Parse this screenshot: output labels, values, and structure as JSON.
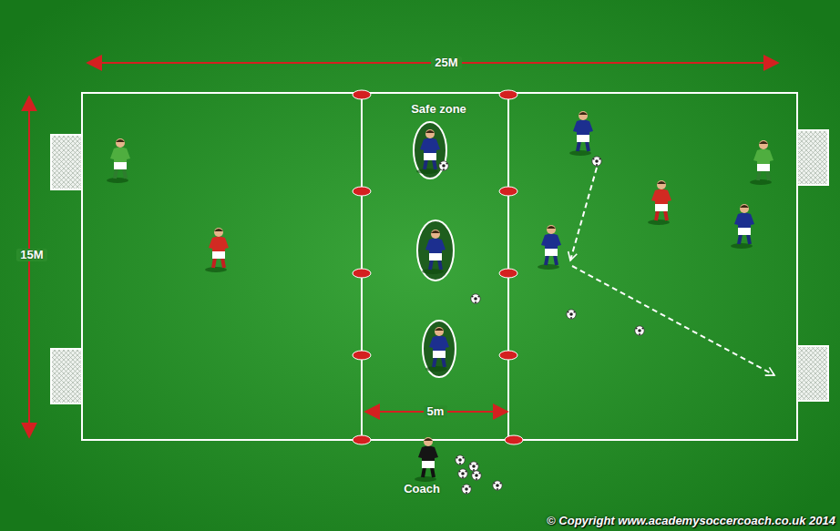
{
  "diagram": {
    "nodes": [
      {
        "text": [
          "Safe zone"
        ]
      }
    ],
    "labels": [
      "25M",
      "15M",
      "5m",
      "Coach",
      "© Copyright www.academysoccercoach.co.uk 2014"
    ]
  }
}
